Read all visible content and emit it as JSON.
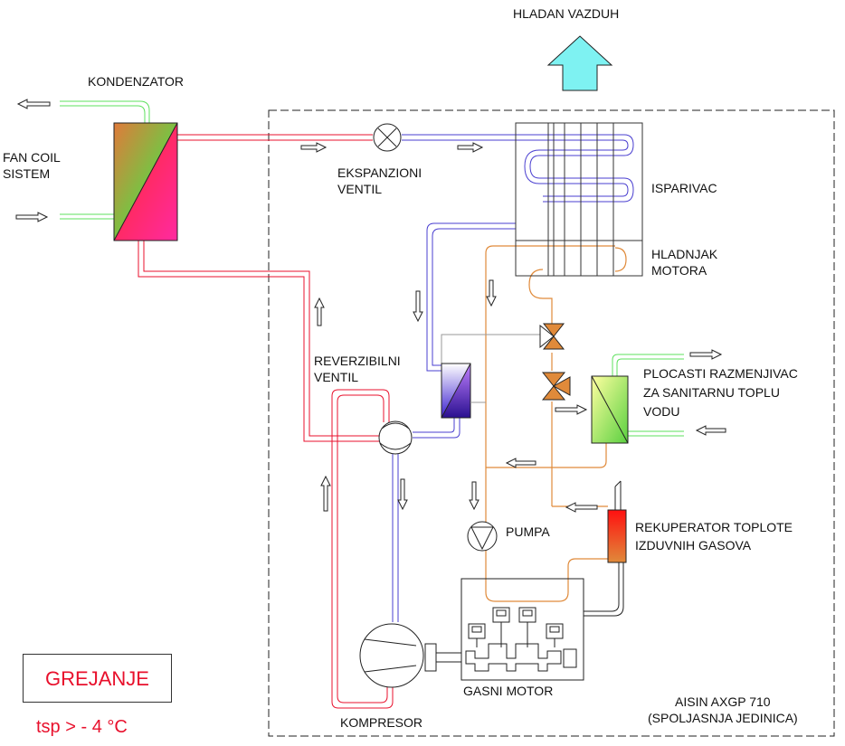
{
  "labels": {
    "cold_air": "HLADAN VAZDUH",
    "condenser": "KONDENZATOR",
    "fan_coil_line1": "FAN COIL",
    "fan_coil_line2": "SISTEM",
    "expansion_valve_line1": "EKSPANZIONI",
    "expansion_valve_line2": "VENTIL",
    "evaporator": "ISPARIVAC",
    "engine_cooler_line1": "HLADNJAK",
    "engine_cooler_line2": "MOTORA",
    "reversing_valve_line1": "REVERZIBILNI",
    "reversing_valve_line2": "VENTIL",
    "plate_exchanger_line1": "PLOCASTI RAZMENJIVAC",
    "plate_exchanger_line2": "ZA SANITARNU TOPLU",
    "plate_exchanger_line3": "VODU",
    "pump": "PUMPA",
    "recuperator_line1": "REKUPERATOR TOPLOTE",
    "recuperator_line2": "IZDUVNIH GASOVA",
    "gas_engine": "GASNI MOTOR",
    "compressor": "KOMPRESOR",
    "outdoor_unit_line1": "AISIN AXGP 710",
    "outdoor_unit_line2": "(SPOLJASNJA JEDINICA)"
  },
  "mode": {
    "label": "GREJANJE",
    "condition": "tsp > - 4 °C"
  },
  "colors": {
    "hot_refrigerant": "#e8102c",
    "cold_refrigerant": "#4a3fd0",
    "coolant": "#e08a3a",
    "water": "#5ee05e",
    "exhaust": "#222222",
    "air_arrow": "#7ef2f2"
  }
}
